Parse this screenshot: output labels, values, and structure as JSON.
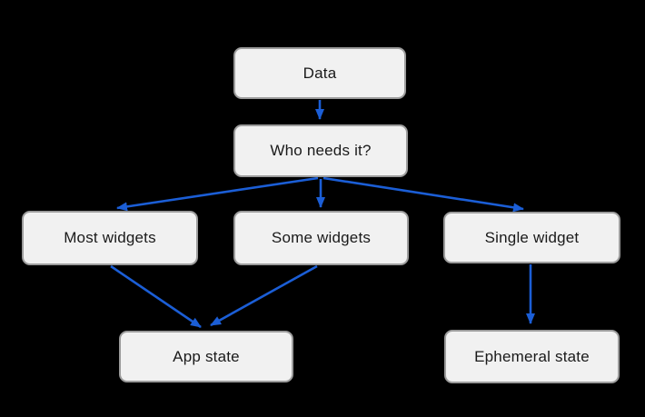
{
  "diagram": {
    "title": "state decision flowchart",
    "colors": {
      "background": "#000000",
      "node_fill": "#f1f1f1",
      "node_border": "#9c9c9c",
      "node_text": "#1a1a1a",
      "arrow": "#1b5ed6"
    },
    "nodes": [
      {
        "id": "data",
        "label": "Data"
      },
      {
        "id": "who-needs-it",
        "label": "Who needs it?"
      },
      {
        "id": "most-widgets",
        "label": "Most widgets"
      },
      {
        "id": "some-widgets",
        "label": "Some widgets"
      },
      {
        "id": "single-widget",
        "label": "Single widget"
      },
      {
        "id": "app-state",
        "label": "App state"
      },
      {
        "id": "ephemeral-state",
        "label": "Ephemeral state"
      }
    ],
    "edges": [
      {
        "from": "data",
        "to": "who-needs-it"
      },
      {
        "from": "who-needs-it",
        "to": "most-widgets"
      },
      {
        "from": "who-needs-it",
        "to": "some-widgets"
      },
      {
        "from": "who-needs-it",
        "to": "single-widget"
      },
      {
        "from": "most-widgets",
        "to": "app-state"
      },
      {
        "from": "some-widgets",
        "to": "app-state"
      },
      {
        "from": "single-widget",
        "to": "ephemeral-state"
      }
    ]
  }
}
